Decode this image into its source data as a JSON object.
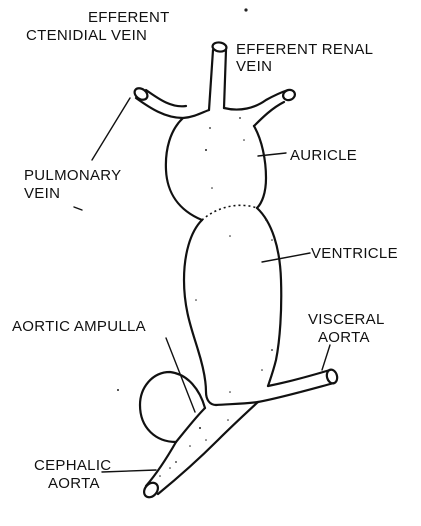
{
  "labels": {
    "efferent_ctenidial_line1": "EFFERENT",
    "efferent_ctenidial_line2": "CTENIDIAL VEIN",
    "efferent_renal_line1": "EFFERENT RENAL",
    "efferent_renal_line2": "VEIN",
    "pulmonary_line1": "PULMONARY",
    "pulmonary_line2": "VEIN",
    "auricle": "AURICLE",
    "ventricle": "VENTRICLE",
    "aortic_ampulla": "AORTIC AMPULLA",
    "visceral_line1": "VISCERAL",
    "visceral_line2": "AORTA",
    "cephalic_line1": "CEPHALIC",
    "cephalic_line2": "AORTA"
  }
}
